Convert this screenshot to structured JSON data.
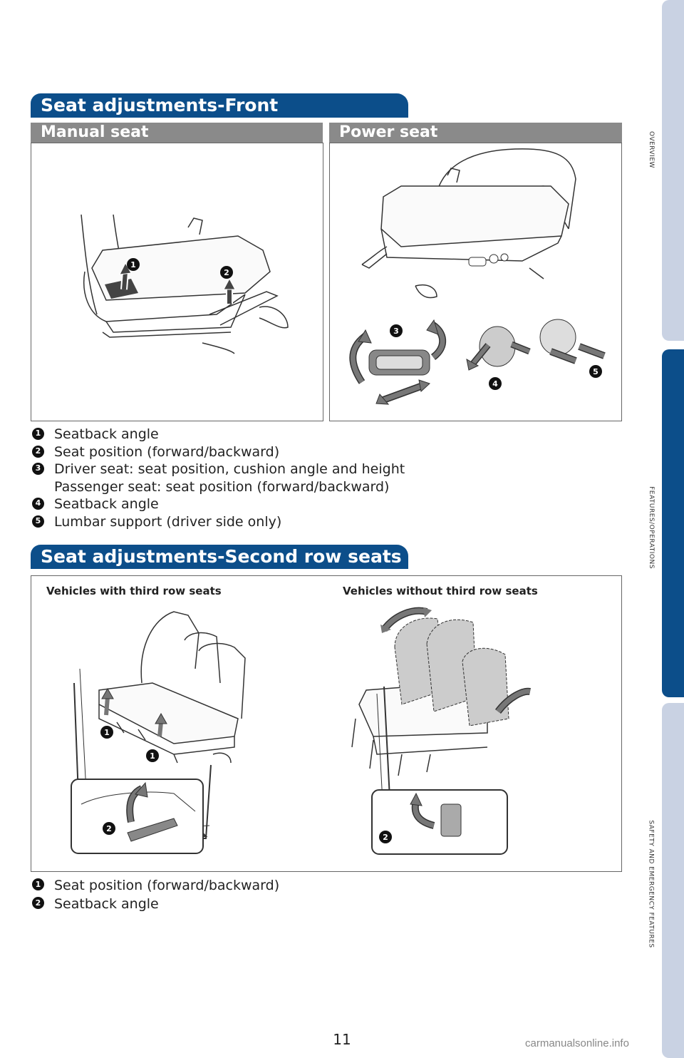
{
  "side_tabs": [
    {
      "label": "OVERVIEW",
      "color": "#c9d2e3"
    },
    {
      "label": "FEATURES/OPERATIONS",
      "color": "#0c4e8a"
    },
    {
      "label": "SAFETY AND EMERGENCY FEATURES",
      "color": "#c9d2e3"
    }
  ],
  "front": {
    "title": "Seat adjustments-Front",
    "manual_header": "Manual seat",
    "power_header": "Power seat",
    "legend": [
      {
        "num": "1",
        "text": "Seatback angle"
      },
      {
        "num": "2",
        "text": "Seat position (forward/backward)"
      },
      {
        "num": "3",
        "text": "Driver seat: seat position, cushion angle and height",
        "text2": "Passenger seat: seat position (forward/backward)"
      },
      {
        "num": "4",
        "text": "Seatback angle"
      },
      {
        "num": "5",
        "text": "Lumbar support (driver side only)"
      }
    ]
  },
  "second": {
    "title": "Seat adjustments-Second row seats",
    "left_caption": "Vehicles with third row seats",
    "right_caption": "Vehicles without third row seats",
    "legend": [
      {
        "num": "1",
        "text": "Seat position (forward/backward)"
      },
      {
        "num": "2",
        "text": "Seatback angle"
      }
    ]
  },
  "callouts": {
    "one": "1",
    "two": "2",
    "three": "3",
    "four": "4",
    "five": "5"
  },
  "page_number": "11",
  "watermark": "carmanualsonline.info"
}
